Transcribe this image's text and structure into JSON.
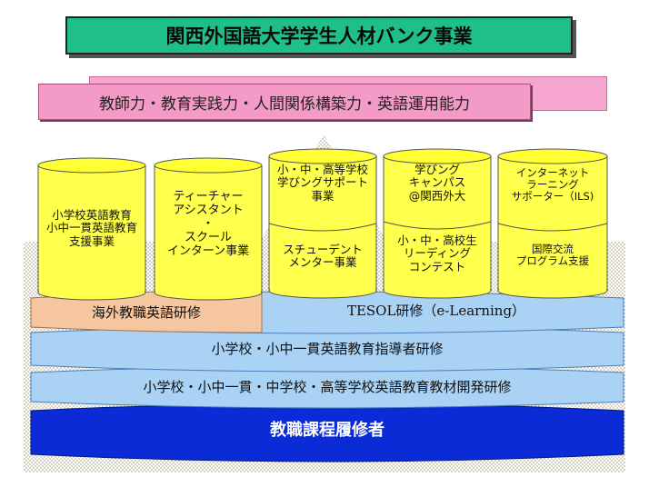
{
  "title": "関西外国語大学学生人材バンク事業",
  "competencies": "教師力・教育実践力・人間関係構築力・英語運用能力",
  "programs": [
    {
      "id": "elementary-english-support",
      "lines": [
        "小学校英語教育",
        "小中一貫英語教育",
        "支援事業"
      ]
    },
    {
      "id": "teacher-assistant",
      "lines": [
        "ティーチャー",
        "アシスタント",
        "・",
        "スクール",
        "インターン事業"
      ]
    },
    {
      "id": "learning-support",
      "top_lines": [
        "小・中・高等学校",
        "学びングサポート",
        "事業"
      ],
      "bottom_lines": [
        "スチューデント",
        "メンター事業"
      ]
    },
    {
      "id": "learning-campus",
      "top_lines": [
        "学びング",
        "キャンパス",
        "@関西外大"
      ],
      "bottom_lines": [
        "小・中・高校生",
        "リーディング",
        "コンテスト"
      ]
    },
    {
      "id": "internet-learning",
      "top_lines": [
        "インターネット",
        "ラーニング",
        "サポーター（ILS)"
      ],
      "bottom_lines": [
        "国際交流",
        "プログラム支援"
      ]
    }
  ],
  "layers": {
    "overseas_training": "海外教職英語研修",
    "tesol_training": "TESOL研修（e-Learning）",
    "leader_training": "小学校・小中一貫英語教育指導者研修",
    "material_training": "小学校・小中一貫・中学校・高等学校英語教育教材開発研修",
    "base": "教職課程履修者"
  },
  "colors": {
    "title_bg": "#1fbf8a",
    "pink": "#f39ac6",
    "cylinder": "#ffff4d",
    "layer_blue": "#a9d2f5",
    "overseas": "#f5c6a0",
    "base": "#0a2bd6",
    "dots": "#b9b29a"
  }
}
